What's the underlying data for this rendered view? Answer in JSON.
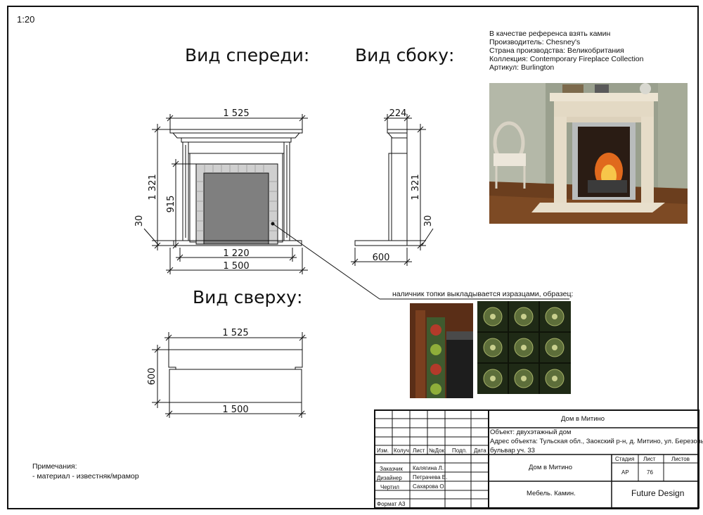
{
  "scale": "1:20",
  "views": {
    "front": {
      "title": "Вид спереди:",
      "dims": {
        "top_width": "1 525",
        "height": "1 321",
        "opening_height": "915",
        "plinth": "30",
        "opening_width": "1 220",
        "base_width": "1 500"
      }
    },
    "side": {
      "title": "Вид сбоку:",
      "dims": {
        "top_depth": "224",
        "height": "1 321",
        "plinth": "30",
        "base_depth": "600"
      }
    },
    "top": {
      "title": "Вид сверху:",
      "dims": {
        "top_width": "1 525",
        "depth": "600",
        "base_width": "1 500"
      }
    }
  },
  "reference": {
    "lines": [
      "В качестве референса взять камин",
      "Производитель: Chesney's",
      "Страна производства: Великобритания",
      "Коллекция: Contemporary Fireplace Collection",
      "Артикул: Burlington"
    ]
  },
  "tile_note": "наличник топки выкладывается изразцами, образец:",
  "notes": {
    "title": "Примечания:",
    "items": [
      "- материал - известняк/мрамор"
    ]
  },
  "title_block": {
    "header_cols": [
      "Изм.",
      "Колуч.",
      "Лист",
      "№Док.",
      "Подп.",
      "Дата"
    ],
    "roles": [
      {
        "role": "Заказчик",
        "name": "Калягина Л."
      },
      {
        "role": "Дизайнер",
        "name": "Петрачева Е."
      },
      {
        "role": "Чертил",
        "name": "Сахарова О."
      }
    ],
    "format": "Формат А3",
    "project_top": "Дом в Митино",
    "object_line": "Объект: двухэтажный дом",
    "address_line1": "Адрес объекта: Тульская обл., Заокский р-н, д. Митино, ул. Березовый",
    "address_line2": "бульвар уч. 33",
    "project_mid": "Дом в Митино",
    "stage_label": "Стадия",
    "sheet_label": "Лист",
    "sheets_label": "Листов",
    "stage_value": "АР",
    "sheet_value": "76",
    "sheets_value": "",
    "drawing_title": "Мебель. Камин.",
    "company": "Future Design"
  },
  "colors": {
    "line": "#111111",
    "firebox": "#7f7f7f",
    "tiles": "#cfcfcf",
    "stone": "#e9e2d4"
  }
}
